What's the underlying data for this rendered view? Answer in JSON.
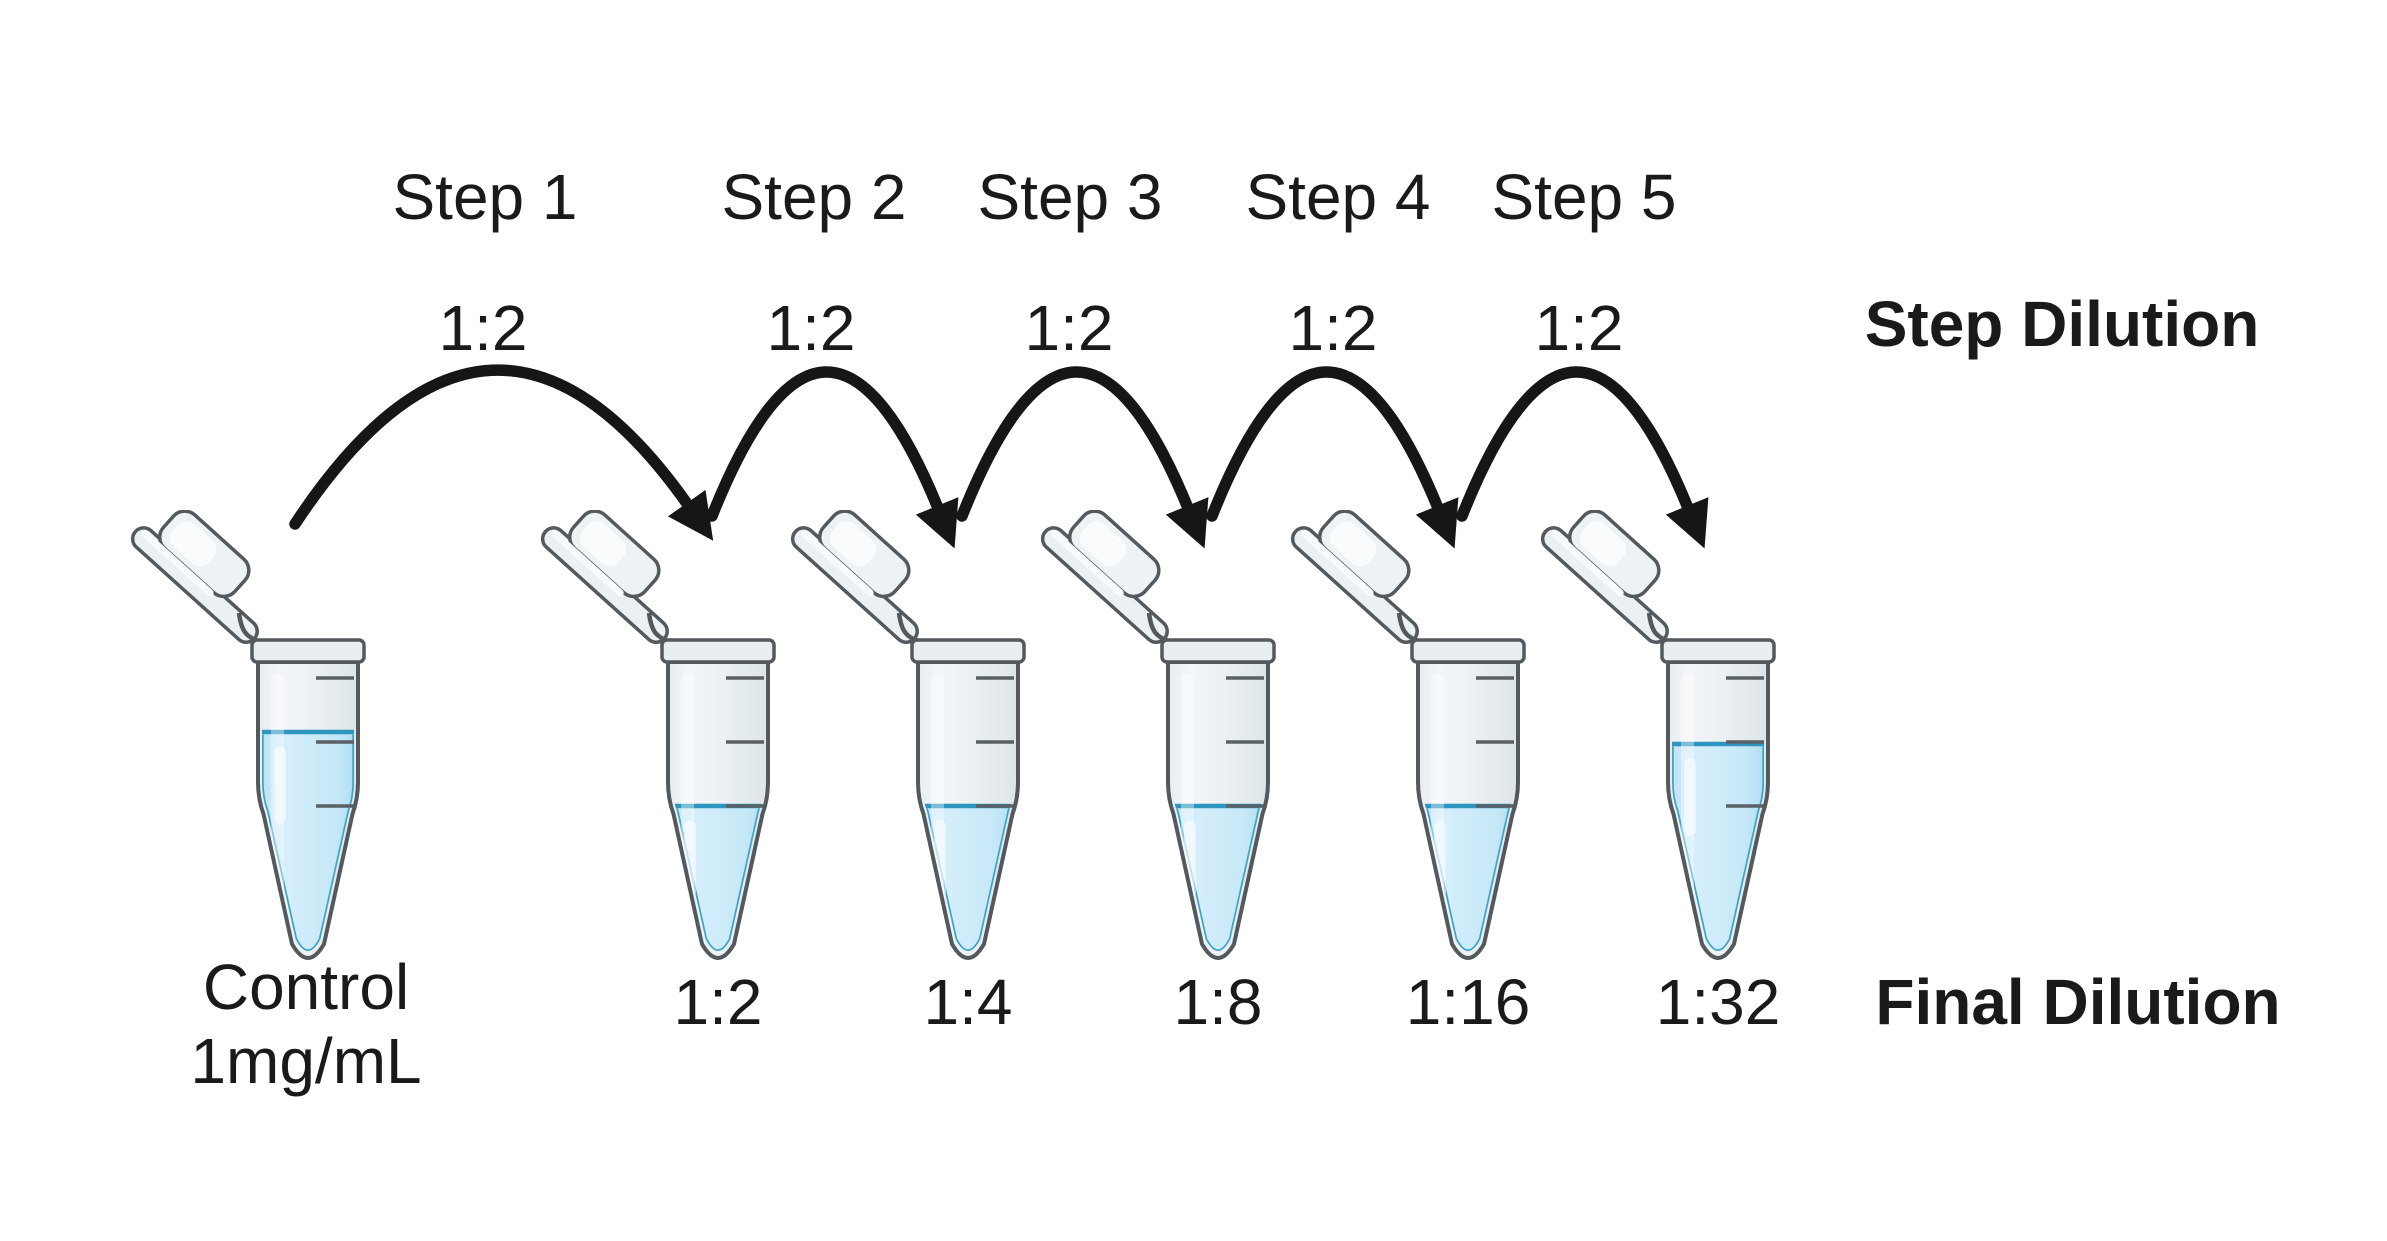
{
  "diagram": {
    "step_dilution_heading": "Step Dilution",
    "final_dilution_heading": "Final Dilution"
  },
  "steps": [
    {
      "name": "Step 1",
      "ratio": "1:2"
    },
    {
      "name": "Step 2",
      "ratio": "1:2"
    },
    {
      "name": "Step 3",
      "ratio": "1:2"
    },
    {
      "name": "Step 4",
      "ratio": "1:2"
    },
    {
      "name": "Step 5",
      "ratio": "1:2"
    }
  ],
  "tubes": [
    {
      "label": "Control",
      "sublabel": "1mg/mL",
      "fill_fraction": 0.76
    },
    {
      "label": "1:2",
      "fill_fraction": 0.51
    },
    {
      "label": "1:4",
      "fill_fraction": 0.51
    },
    {
      "label": "1:8",
      "fill_fraction": 0.51
    },
    {
      "label": "1:16",
      "fill_fraction": 0.51
    },
    {
      "label": "1:32",
      "fill_fraction": 0.72
    }
  ],
  "colors": {
    "arrow": "#161616",
    "text": "#1a1a1a",
    "tube_outline": "#54595e",
    "tube_body": "#ebf0f2",
    "liquid_fill": "#c6e8f7",
    "liquid_edge": "#2d95bf",
    "graduation_mark": "#5a6165"
  }
}
